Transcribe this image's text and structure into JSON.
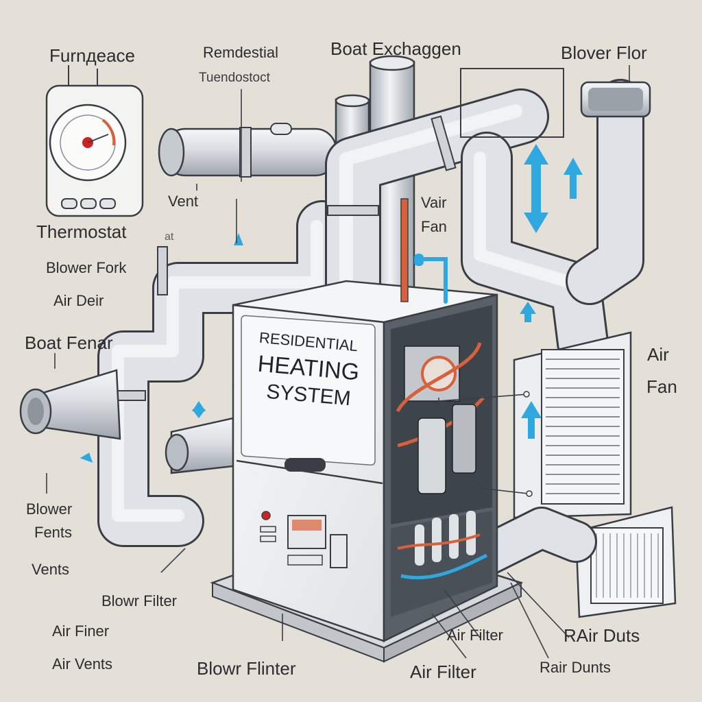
{
  "diagram": {
    "panel_title": [
      "RESIDENTIAL",
      "HEATING",
      "SYSTEM"
    ],
    "labels": {
      "furnace": "Furnдeace",
      "residential_thermostat_1": "Remdestial",
      "residential_thermostat_2": "Tuendostoct",
      "heat_exchanger": "Boat Exchaggen",
      "blower_fan_top": "Blover Flor",
      "vent": "Vent",
      "vair": "Vair",
      "fan": "Fan",
      "thermostat": "Thermostat",
      "at": "at",
      "blower_fork": "Blower Fork",
      "air_deir": "Air  Deir",
      "boat_fenar": "Boat Fenar",
      "air_right": "Air",
      "fan_right": "Fan",
      "blower": "Blower",
      "fents": "Fents",
      "vents": "Vents",
      "blowr_filter": "Blowr Filter",
      "air_finer": "Air Finer",
      "air_vents": "Air Vents",
      "blowr_flinter": "Blowr Flinter",
      "air_filter_1": "Air Filter",
      "air_filter_2": "Air Filter",
      "rair_duts": "RAir Duts",
      "rair_dunts": "Rair Dunts"
    },
    "colors": {
      "background": "#e4e0d8",
      "pipe": "#d4d8dc",
      "pipe_shade": "#9aa0a8",
      "furnace_body": "#eef0f2",
      "outline": "#3a3e44",
      "arrow_blue": "#2fa8e0",
      "heat_orange": "#d8603a",
      "dial_red": "#d02020"
    },
    "icons": [
      "thermostat-dial-icon",
      "up-down-arrow-icon",
      "air-filter-icon"
    ]
  }
}
